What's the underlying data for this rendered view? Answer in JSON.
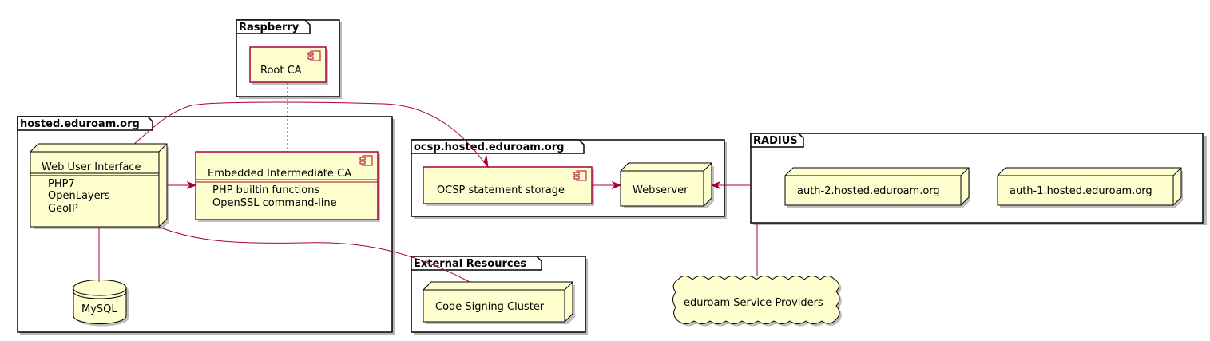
{
  "packages": {
    "raspberry": "Raspberry",
    "hosted": "hosted.eduroam.org",
    "ocsp": "ocsp.hosted.eduroam.org",
    "radius": "RADIUS",
    "external": "External Resources"
  },
  "nodes": {
    "root_ca": "Root CA",
    "web_ui": {
      "title": "Web User Interface",
      "items": [
        "PHP7",
        "OpenLayers",
        "GeoIP"
      ]
    },
    "embedded_ca": {
      "title": "Embedded Intermediate CA",
      "items": [
        "PHP builtin functions",
        "OpenSSL command-line"
      ]
    },
    "mysql": "MySQL",
    "ocsp_storage": "OCSP statement storage",
    "webserver": "Webserver",
    "auth2": "auth-2.hosted.eduroam.org",
    "auth1": "auth-1.hosted.eduroam.org",
    "code_signing": "Code Signing Cluster",
    "service_providers": "eduroam Service Providers"
  },
  "colors": {
    "element_fill": "#FEFECE",
    "border_red": "#A80036",
    "border_black": "#000000"
  }
}
